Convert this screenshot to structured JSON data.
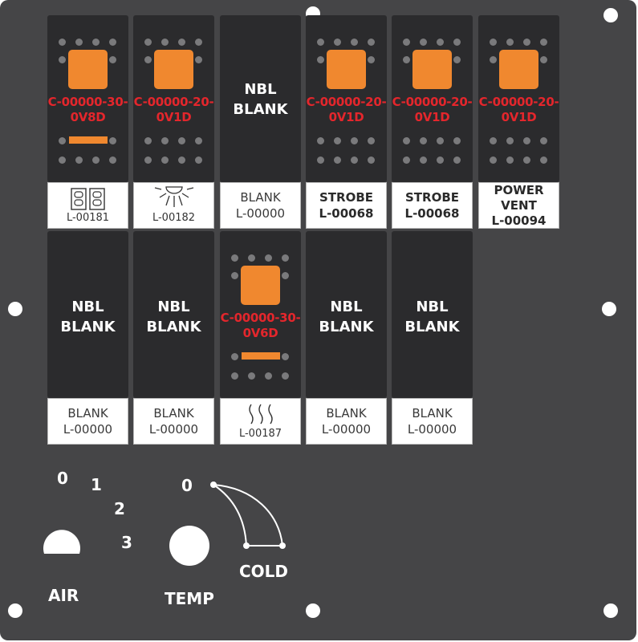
{
  "panel": {
    "row1": [
      {
        "type": "rocker",
        "code_line1": "C-00000-30-",
        "code_line2": "0V8D",
        "bar": true,
        "label_icon": "dual-lamp-icon",
        "label_lines": [
          "L-00181"
        ]
      },
      {
        "type": "rocker",
        "code_line1": "C-00000-20-",
        "code_line2": "0V1D",
        "bar": false,
        "label_icon": "dome-light-icon",
        "label_lines": [
          "L-00182"
        ]
      },
      {
        "type": "blank",
        "nbl_line1": "NBL",
        "nbl_line2": "BLANK",
        "label_lines": [
          "BLANK",
          "L-00000"
        ]
      },
      {
        "type": "rocker",
        "code_line1": "C-00000-20-",
        "code_line2": "0V1D",
        "bar": false,
        "label_lines": [
          "STROBE",
          "L-00068"
        ]
      },
      {
        "type": "rocker",
        "code_line1": "C-00000-20-",
        "code_line2": "0V1D",
        "bar": false,
        "label_lines": [
          "STROBE",
          "L-00068"
        ]
      },
      {
        "type": "rocker",
        "code_line1": "C-00000-20-",
        "code_line2": "0V1D",
        "bar": false,
        "label_lines": [
          "POWER",
          "VENT",
          "L-00094"
        ]
      }
    ],
    "row2": [
      {
        "type": "blank",
        "nbl_line1": "NBL",
        "nbl_line2": "BLANK",
        "label_lines": [
          "BLANK",
          "L-00000"
        ]
      },
      {
        "type": "blank",
        "nbl_line1": "NBL",
        "nbl_line2": "BLANK",
        "label_lines": [
          "BLANK",
          "L-00000"
        ]
      },
      {
        "type": "rocker",
        "code_line1": "C-00000-30-",
        "code_line2": "0V6D",
        "bar": true,
        "label_icon": "heat-waves-icon",
        "label_lines": [
          "L-00187"
        ]
      },
      {
        "type": "blank",
        "nbl_line1": "NBL",
        "nbl_line2": "BLANK",
        "label_lines": [
          "BLANK",
          "L-00000"
        ]
      },
      {
        "type": "blank",
        "nbl_line1": "NBL",
        "nbl_line2": "BLANK",
        "label_lines": [
          "BLANK",
          "L-00000"
        ]
      }
    ]
  },
  "controls": {
    "air": {
      "label": "AIR",
      "positions": [
        "0",
        "1",
        "2",
        "3"
      ]
    },
    "temp": {
      "label": "TEMP",
      "start": "0",
      "end": "COLD"
    }
  },
  "colors": {
    "panel": "#454547",
    "switch": "#2b2b2d",
    "lamp": "#f0882f",
    "code_text": "#e4262c",
    "dots": "#7a7a7c"
  }
}
